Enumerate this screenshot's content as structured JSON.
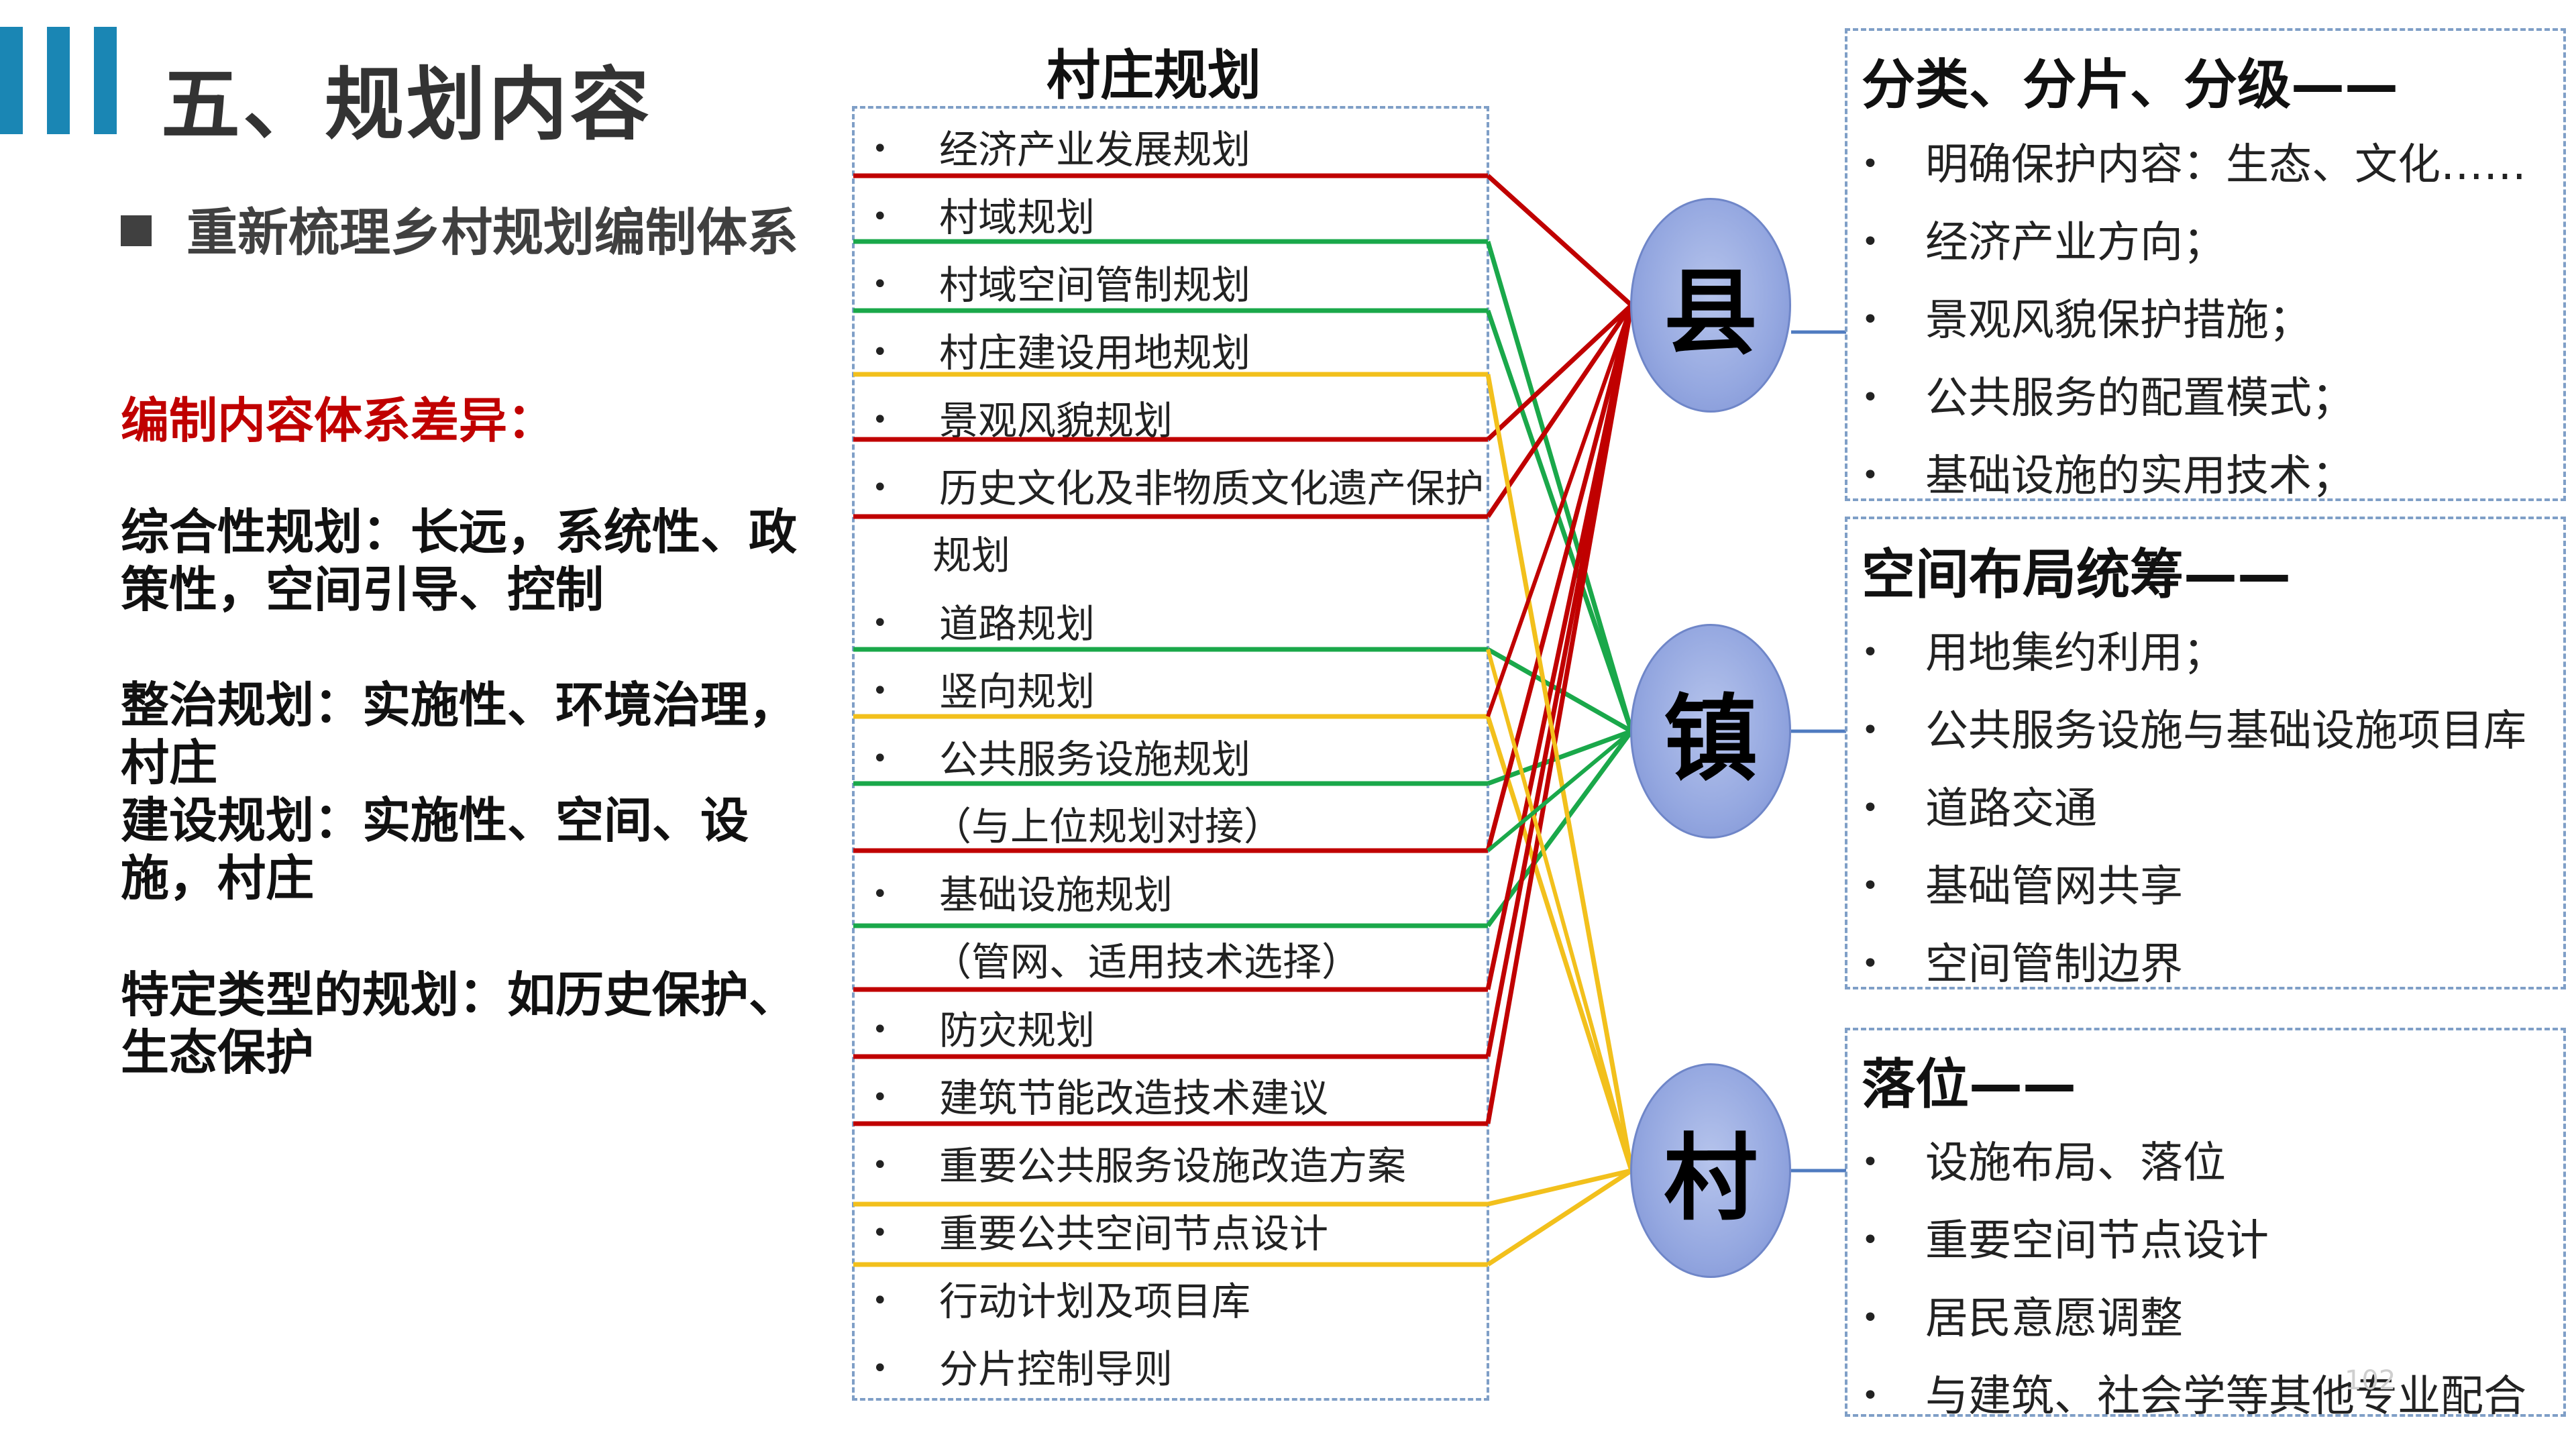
{
  "header": {
    "title": "五、规划内容",
    "subtitle": "重新梳理乡村规划编制体系",
    "accent_color": "#1a86b4"
  },
  "left_panel": {
    "diff_title": "编制内容体系差异：",
    "paragraphs": [
      "综合性规划：长远，系统性、政策性，空间引导、控制",
      "整治规划：实施性、环境治理，村庄",
      "建设规划：实施性、空间、设施，村庄",
      "特定类型的规划：如历史保护、生态保护"
    ]
  },
  "plan_list": {
    "title": "村庄规划",
    "bullet": "•",
    "items": [
      {
        "text": "经济产业发展规划",
        "bullet": true
      },
      {
        "text": "村域规划",
        "bullet": true
      },
      {
        "text": "村域空间管制规划",
        "bullet": true
      },
      {
        "text": "村庄建设用地规划",
        "bullet": true
      },
      {
        "text": "景观风貌规划",
        "bullet": true
      },
      {
        "text": "历史文化及非物质文化遗产保护",
        "bullet": true
      },
      {
        "text": "规划",
        "bullet": false
      },
      {
        "text": "道路规划",
        "bullet": true
      },
      {
        "text": "竖向规划",
        "bullet": true
      },
      {
        "text": "公共服务设施规划",
        "bullet": true
      },
      {
        "text": "（与上位规划对接）",
        "bullet": false
      },
      {
        "text": "基础设施规划",
        "bullet": true
      },
      {
        "text": "（管网、适用技术选择）",
        "bullet": false
      },
      {
        "text": "防灾规划",
        "bullet": true
      },
      {
        "text": "建筑节能改造技术建议",
        "bullet": true
      },
      {
        "text": "重要公共服务设施改造方案",
        "bullet": true
      },
      {
        "text": "重要公共空间节点设计",
        "bullet": true
      },
      {
        "text": "行动计划及项目库",
        "bullet": true
      },
      {
        "text": "分片控制导则",
        "bullet": true
      }
    ]
  },
  "levels": {
    "county": "县",
    "town": "镇",
    "village": "村",
    "county_color": "#c00000",
    "town_color": "#1aa84a",
    "village_color": "#f2c01c",
    "connector_color": "#4f7bc0"
  },
  "right_boxes": {
    "county": {
      "title": "分类、分片、分级——",
      "items": [
        "明确保护内容：生态、文化……",
        "经济产业方向；",
        "景观风貌保护措施；",
        "公共服务的配置模式；",
        "基础设施的实用技术；"
      ]
    },
    "town": {
      "title": "空间布局统筹——",
      "items": [
        "用地集约利用；",
        "公共服务设施与基础设施项目库",
        "道路交通",
        "基础管网共享",
        "空间管制边界"
      ]
    },
    "village": {
      "title": "落位——",
      "items": [
        "设施布局、落位",
        "重要空间节点设计",
        "居民意愿调整",
        "与建筑、社会学等其他专业配合"
      ]
    }
  },
  "page_number": "102"
}
